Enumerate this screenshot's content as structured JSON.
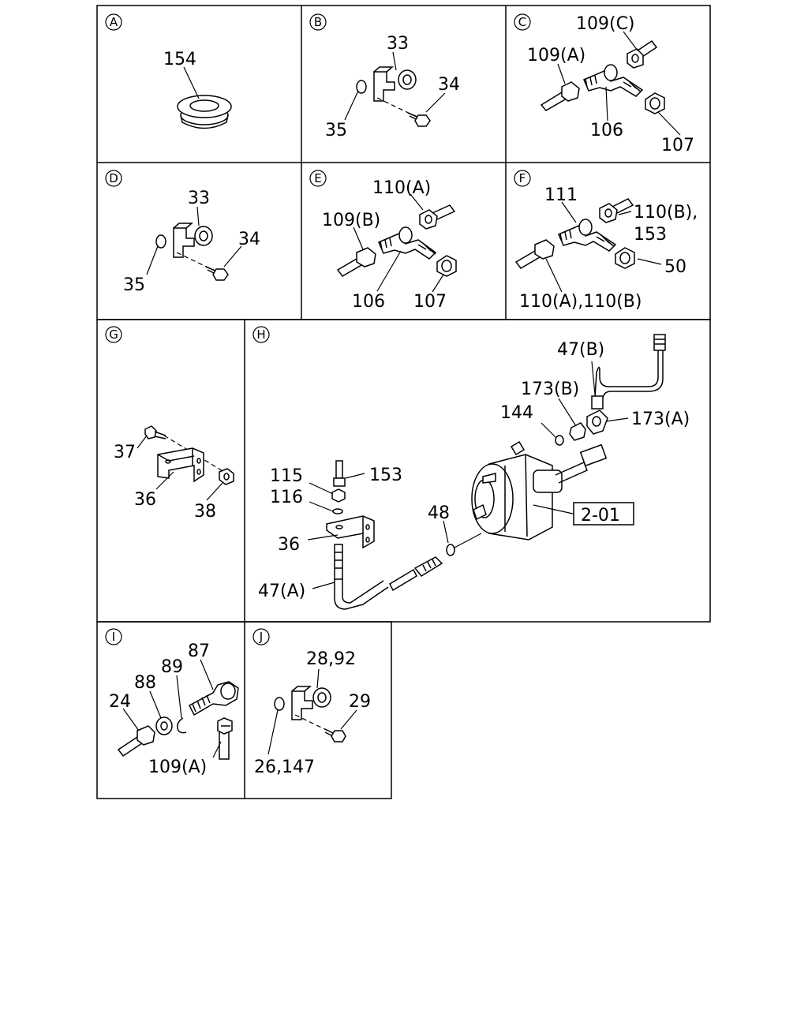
{
  "panels": {
    "A": {
      "letter": "A",
      "labels": [
        "154"
      ]
    },
    "B": {
      "letter": "B",
      "labels": [
        "33",
        "34",
        "35"
      ]
    },
    "C": {
      "letter": "C",
      "labels": [
        "109(C)",
        "109(A)",
        "106",
        "107"
      ]
    },
    "D": {
      "letter": "D",
      "labels": [
        "33",
        "34",
        "35"
      ]
    },
    "E": {
      "letter": "E",
      "labels": [
        "110(A)",
        "109(B)",
        "106",
        "107"
      ]
    },
    "F": {
      "letter": "F",
      "labels": [
        "111",
        "110(B),",
        "153",
        "50",
        "110(A),110(B)"
      ]
    },
    "G": {
      "letter": "G",
      "labels": [
        "37",
        "36",
        "38"
      ]
    },
    "H": {
      "letter": "H",
      "labels": [
        "47(B)",
        "173(B)",
        "144",
        "173(A)",
        "115",
        "153",
        "116",
        "48",
        "2-01",
        "36",
        "47(A)"
      ]
    },
    "I": {
      "letter": "I",
      "labels": [
        "87",
        "88",
        "89",
        "24",
        "109(A)"
      ]
    },
    "J": {
      "letter": "J",
      "labels": [
        "28,92",
        "29",
        "26,147"
      ]
    }
  }
}
